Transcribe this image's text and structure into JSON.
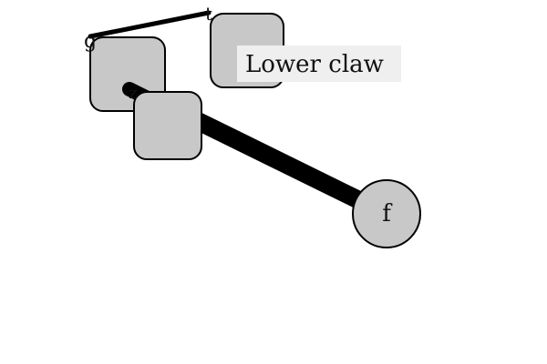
{
  "caption": {
    "text": "Lower claw"
  },
  "nodes": {
    "upper_left": {
      "label": ""
    },
    "upper_right": {
      "label": ""
    },
    "middle": {
      "label": ""
    },
    "end": {
      "label": "f"
    }
  },
  "joint_marks": {
    "left_glyph": "g",
    "right_glyph": "t",
    "middle_glyph": "z"
  },
  "colors": {
    "node_fill": "#c8c8c8",
    "stroke": "#000000",
    "caption_bg": "#efefef",
    "background": "#ffffff"
  }
}
